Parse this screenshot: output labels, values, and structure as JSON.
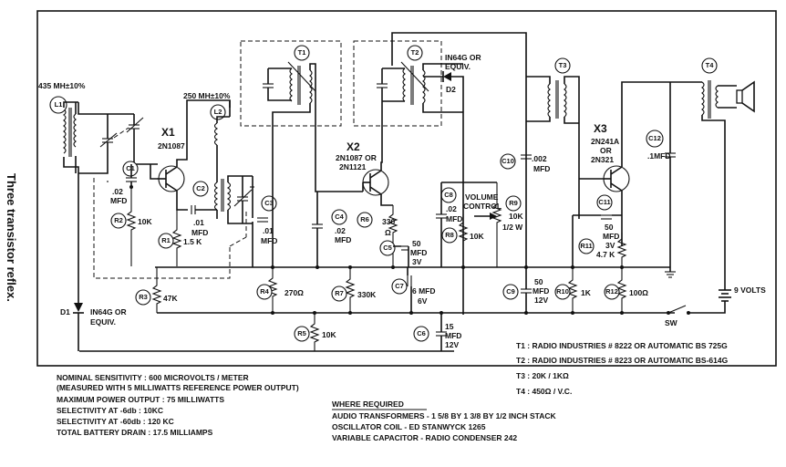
{
  "caption": "Three transistor reflex.",
  "components": {
    "L1": {
      "ref": "L1",
      "value": "435 MH±10%"
    },
    "L2": {
      "ref": "L2",
      "value": "250 MH±10%"
    },
    "T1": {
      "ref": "T1"
    },
    "T2": {
      "ref": "T2",
      "diode": "IN64G OR",
      "diode2": "EQUIV.",
      "diode_ref": "D2"
    },
    "T3": {
      "ref": "T3"
    },
    "T4": {
      "ref": "T4"
    },
    "X1": {
      "ref": "X1",
      "type": "2N1087"
    },
    "X2": {
      "ref": "X2",
      "type1": "2N1087 OR",
      "type2": "2N1121"
    },
    "X3": {
      "ref": "X3",
      "type1": "2N241A",
      "type2": "OR",
      "type3": "2N321"
    },
    "C1": {
      "ref": "C1",
      "v1": ".02",
      "v2": "MFD"
    },
    "C2": {
      "ref": "C2",
      "v1": ".01",
      "v2": "MFD"
    },
    "C3": {
      "ref": "C3",
      "v1": ".01",
      "v2": "MFD"
    },
    "C4": {
      "ref": "C4",
      "v1": ".02",
      "v2": "MFD"
    },
    "C5": {
      "ref": "C5",
      "v1": "50",
      "v2": "MFD",
      "v3": "3V"
    },
    "C6": {
      "ref": "C6",
      "v1": "15",
      "v2": "MFD",
      "v3": "12V"
    },
    "C7": {
      "ref": "C7",
      "v1": "6 MFD",
      "v2": "6V"
    },
    "C8": {
      "ref": "C8",
      "v1": ".02",
      "v2": "MFD"
    },
    "C9": {
      "ref": "C9",
      "v1": "50",
      "v2": "MFD",
      "v3": "12V"
    },
    "C10": {
      "ref": "C10",
      "v1": ".002",
      "v2": "MFD"
    },
    "C11": {
      "ref": "C11",
      "v1": "50",
      "v2": "MFD",
      "v3": "3V"
    },
    "C12": {
      "ref": "C12",
      "v1": ".1MFD"
    },
    "R1": {
      "ref": "R1",
      "value": "1.5 K"
    },
    "R2": {
      "ref": "R2",
      "value": "10K"
    },
    "R3": {
      "ref": "R3",
      "value": "47K"
    },
    "R4": {
      "ref": "R4",
      "value": "270Ω"
    },
    "R5": {
      "ref": "R5",
      "value": "10K"
    },
    "R6": {
      "ref": "R6",
      "v1": "330",
      "v2": "Ω"
    },
    "R7": {
      "ref": "R7",
      "value": "330K"
    },
    "R8": {
      "ref": "R8",
      "value": "10K"
    },
    "R9": {
      "ref": "R9",
      "v1": "10K",
      "v2": "1/2 W",
      "label1": "VOLUME",
      "label2": "CONTROL"
    },
    "R10": {
      "ref": "R10",
      "value": "1K"
    },
    "R11": {
      "ref": "R11",
      "value": "4.7 K"
    },
    "R12": {
      "ref": "R12",
      "value": "100Ω"
    },
    "D1": {
      "ref": "D1",
      "v1": "IN64G OR",
      "v2": "EQUIV."
    },
    "SW": {
      "ref": "SW"
    },
    "battery": {
      "value": "9 VOLTS"
    }
  },
  "notes_left": [
    "NOMINAL SENSITIVITY : 600 MICROVOLTS / METER",
    "(MEASURED WITH 5 MILLIWATTS REFERENCE POWER OUTPUT)",
    "MAXIMUM POWER OUTPUT : 75 MILLIWATTS",
    "SELECTIVITY AT -6db :   10KC",
    "SELECTIVITY AT -60db :  120 KC",
    "TOTAL BATTERY DRAIN :  17.5 MILLIAMPS"
  ],
  "notes_right": [
    "T1 : RADIO INDUSTRIES # 8222 OR AUTOMATIC BS 725G",
    "T2 : RADIO INDUSTRIES # 8223 OR AUTOMATIC BS-614G",
    "T3 : 20K / 1KΩ",
    "T4 : 450Ω / V.C."
  ],
  "where_required": {
    "title": "WHERE REQUIRED",
    "lines": [
      "AUDIO TRANSFORMERS - 1 5/8 BY 1 3/8 BY 1/2 INCH STACK",
      "OSCILLATOR COIL - ED STANWYCK 1265",
      "VARIABLE CAPACITOR - RADIO CONDENSER 242"
    ]
  }
}
